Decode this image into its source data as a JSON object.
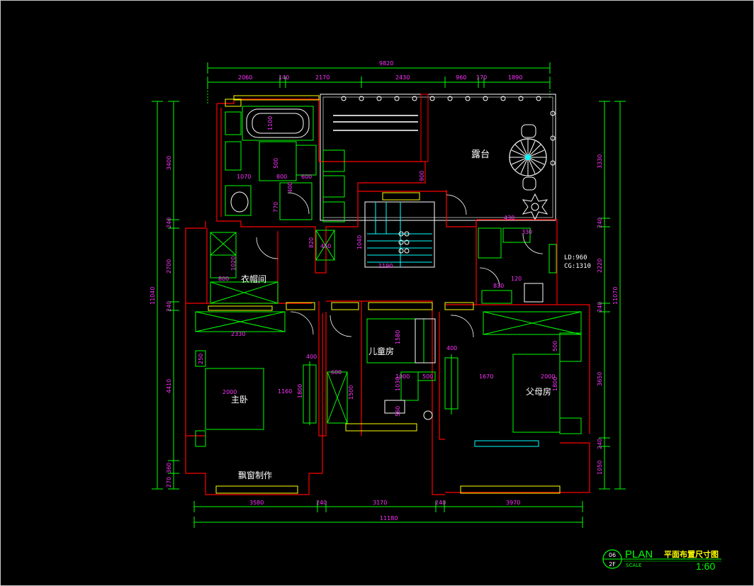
{
  "dimensions": {
    "top_total": "9820",
    "top_parts": [
      "2060",
      "140",
      "2170",
      "2430",
      "960",
      "170",
      "1890"
    ],
    "bottom_total": "11180",
    "bottom_parts": [
      "3580",
      "240",
      "3170",
      "240",
      "3970"
    ],
    "left_total": "11040",
    "left_parts": [
      "3400",
      "240",
      "2700",
      "240",
      "4410",
      "360",
      "270"
    ],
    "right_total": "11070",
    "right_parts": [
      "3330",
      "240",
      "2220",
      "240",
      "3650",
      "240",
      "1050"
    ]
  },
  "rooms": {
    "terrace": "露台",
    "cloakroom": "衣帽间",
    "kids_room": "儿童房",
    "master_bedroom": "主卧",
    "parents_room": "父母房",
    "bay_window": "飘窗制作"
  },
  "inner_dims": [
    "1100",
    "1070",
    "500",
    "800",
    "600",
    "400",
    "770",
    "450",
    "820",
    "1040",
    "1190",
    "900",
    "430",
    "330",
    "120",
    "830",
    "2330",
    "1020",
    "800",
    "2000",
    "1160",
    "1800",
    "400",
    "600",
    "1500",
    "1580",
    "1000",
    "1030",
    "500",
    "560",
    "400",
    "1670",
    "2000",
    "1800",
    "500",
    "250"
  ],
  "notes": {
    "ld": "LD:960",
    "cg": "CG:1310"
  },
  "title_block": {
    "plan": "PLAN",
    "title": "平面布置尺寸图",
    "number": "06",
    "floor": "2F",
    "scale_label": "SCALE",
    "scale": "1:60"
  },
  "colors": {
    "background": "#000000",
    "wall": "#ff0000",
    "furniture": "#00ff00",
    "dimension_line": "#00ff00",
    "dimension_text": "#ff33ff",
    "window": "#ffff00",
    "door": "#ffffff",
    "stair": "#00ffff"
  }
}
